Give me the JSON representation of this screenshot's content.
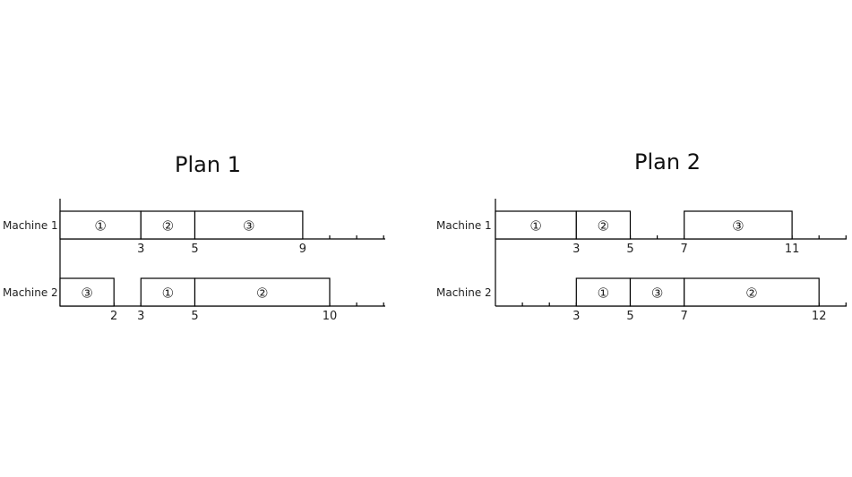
{
  "plans": [
    {
      "title": "Plan 1",
      "machines": [
        {
          "label": "Machine 1",
          "jobs": [
            {
              "job": "①",
              "start": 0,
              "end": 3
            },
            {
              "job": "②",
              "start": 3,
              "end": 5
            },
            {
              "job": "③",
              "start": 5,
              "end": 9
            }
          ],
          "tick_labels": [
            3,
            5,
            9
          ]
        },
        {
          "label": "Machine 2",
          "jobs": [
            {
              "job": "③",
              "start": 0,
              "end": 2
            },
            {
              "job": "①",
              "start": 3,
              "end": 5
            },
            {
              "job": "②",
              "start": 5,
              "end": 10
            }
          ],
          "tick_labels": [
            2,
            3,
            5,
            10
          ]
        }
      ]
    },
    {
      "title": "Plan 2",
      "machines": [
        {
          "label": "Machine 1",
          "jobs": [
            {
              "job": "①",
              "start": 0,
              "end": 3
            },
            {
              "job": "②",
              "start": 3,
              "end": 5
            },
            {
              "job": "③",
              "start": 7,
              "end": 11
            }
          ],
          "tick_labels": [
            3,
            5,
            7,
            11
          ]
        },
        {
          "label": "Machine 2",
          "jobs": [
            {
              "job": "①",
              "start": 3,
              "end": 5
            },
            {
              "job": "③",
              "start": 5,
              "end": 7
            },
            {
              "job": "②",
              "start": 7,
              "end": 12
            }
          ],
          "tick_labels": [
            3,
            5,
            7,
            12
          ]
        }
      ]
    }
  ]
}
